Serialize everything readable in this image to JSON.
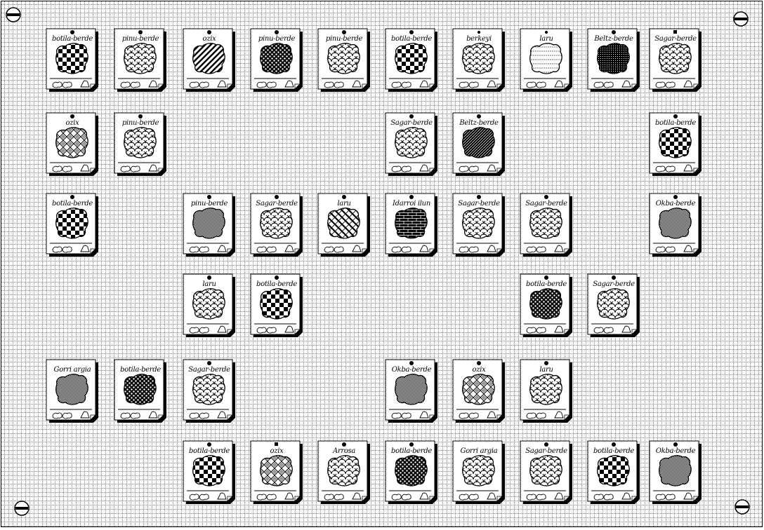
{
  "board": {
    "background": "#ffffff",
    "grid_color": "#000000",
    "cards": [
      {
        "row": 0,
        "col": 0,
        "label": "botila-berde",
        "pattern": "checker",
        "marker": "dot"
      },
      {
        "row": 0,
        "col": 1,
        "label": "pinu-berde",
        "pattern": "scales",
        "marker": "dot"
      },
      {
        "row": 0,
        "col": 2,
        "label": "ozix",
        "pattern": "stripes",
        "marker": "dot"
      },
      {
        "row": 0,
        "col": 3,
        "label": "pinu-berde",
        "pattern": "dots-dense",
        "marker": "dot"
      },
      {
        "row": 0,
        "col": 4,
        "label": "pinu-berde",
        "pattern": "scales",
        "marker": "dot"
      },
      {
        "row": 0,
        "col": 5,
        "label": "botila-berde",
        "pattern": "checker",
        "marker": "dot"
      },
      {
        "row": 0,
        "col": 6,
        "label": "berkeyi",
        "pattern": "scales",
        "marker": "small-dot"
      },
      {
        "row": 0,
        "col": 7,
        "label": "laru",
        "pattern": "dots-light",
        "marker": "small-dot"
      },
      {
        "row": 0,
        "col": 8,
        "label": "Beltz-berde",
        "pattern": "dark",
        "marker": "dot"
      },
      {
        "row": 0,
        "col": 9,
        "label": "Sagar-berde",
        "pattern": "scales",
        "marker": "square"
      },
      {
        "row": 1,
        "col": 0,
        "label": "ozix",
        "pattern": "diamond",
        "marker": "dot"
      },
      {
        "row": 1,
        "col": 1,
        "label": "pinu-berde",
        "pattern": "scales",
        "marker": "dot"
      },
      {
        "row": 1,
        "col": 5,
        "label": "Sagar-berde",
        "pattern": "scales",
        "marker": "dot"
      },
      {
        "row": 1,
        "col": 6,
        "label": "Beltz-berde",
        "pattern": "diag-dark",
        "marker": "dot"
      },
      {
        "row": 1,
        "col": 9,
        "label": "botila-berde",
        "pattern": "checker",
        "marker": "dot"
      },
      {
        "row": 2,
        "col": 0,
        "label": "botila-berde",
        "pattern": "checker",
        "marker": "dot"
      },
      {
        "row": 2,
        "col": 2,
        "label": "pinu-berde",
        "pattern": "gray",
        "marker": "dot"
      },
      {
        "row": 2,
        "col": 3,
        "label": "Sagar-berde",
        "pattern": "scales",
        "marker": "dot"
      },
      {
        "row": 2,
        "col": 4,
        "label": "laru",
        "pattern": "weave",
        "marker": "dot"
      },
      {
        "row": 2,
        "col": 5,
        "label": "Idarroi ilun",
        "pattern": "brick",
        "marker": "dot"
      },
      {
        "row": 2,
        "col": 6,
        "label": "Sagar-berde",
        "pattern": "scales",
        "marker": "dot"
      },
      {
        "row": 2,
        "col": 7,
        "label": "Sagar-berde",
        "pattern": "scales",
        "marker": "dot"
      },
      {
        "row": 2,
        "col": 9,
        "label": "Okba-berde",
        "pattern": "gray",
        "marker": "dot"
      },
      {
        "row": 3,
        "col": 2,
        "label": "laru",
        "pattern": "scales",
        "marker": "dot"
      },
      {
        "row": 3,
        "col": 3,
        "label": "botila-berde",
        "pattern": "checker",
        "marker": "dot"
      },
      {
        "row": 3,
        "col": 7,
        "label": "botila-berde",
        "pattern": "dots-dense",
        "marker": "dot"
      },
      {
        "row": 3,
        "col": 8,
        "label": "Sagar-berde",
        "pattern": "scales",
        "marker": "dot"
      },
      {
        "row": 4,
        "col": 0,
        "label": "Gorri argia",
        "pattern": "gray",
        "marker": "none"
      },
      {
        "row": 4,
        "col": 1,
        "label": "botila-berde",
        "pattern": "dots-dense",
        "marker": "none"
      },
      {
        "row": 4,
        "col": 2,
        "label": "Sagar-berde",
        "pattern": "scales",
        "marker": "dot"
      },
      {
        "row": 4,
        "col": 5,
        "label": "Okba-berde",
        "pattern": "gray",
        "marker": "dot"
      },
      {
        "row": 4,
        "col": 6,
        "label": "ozix",
        "pattern": "diamond",
        "marker": "dot"
      },
      {
        "row": 4,
        "col": 7,
        "label": "laru",
        "pattern": "scales",
        "marker": "dot"
      },
      {
        "row": 5,
        "col": 2,
        "label": "botila-berde",
        "pattern": "checker",
        "marker": "dot"
      },
      {
        "row": 5,
        "col": 3,
        "label": "ozix",
        "pattern": "diamond",
        "marker": "square"
      },
      {
        "row": 5,
        "col": 4,
        "label": "Arrosa",
        "pattern": "scales",
        "marker": "dot"
      },
      {
        "row": 5,
        "col": 5,
        "label": "botila-berde",
        "pattern": "dots-dense",
        "marker": "dot"
      },
      {
        "row": 5,
        "col": 6,
        "label": "Gorri argia",
        "pattern": "scales",
        "marker": "none"
      },
      {
        "row": 5,
        "col": 7,
        "label": "Sagar-berde",
        "pattern": "scales",
        "marker": "dot"
      },
      {
        "row": 5,
        "col": 8,
        "label": "botila-berde",
        "pattern": "checker",
        "marker": "dot"
      },
      {
        "row": 5,
        "col": 9,
        "label": "Okba-berde",
        "pattern": "gray",
        "marker": "dot"
      }
    ]
  }
}
